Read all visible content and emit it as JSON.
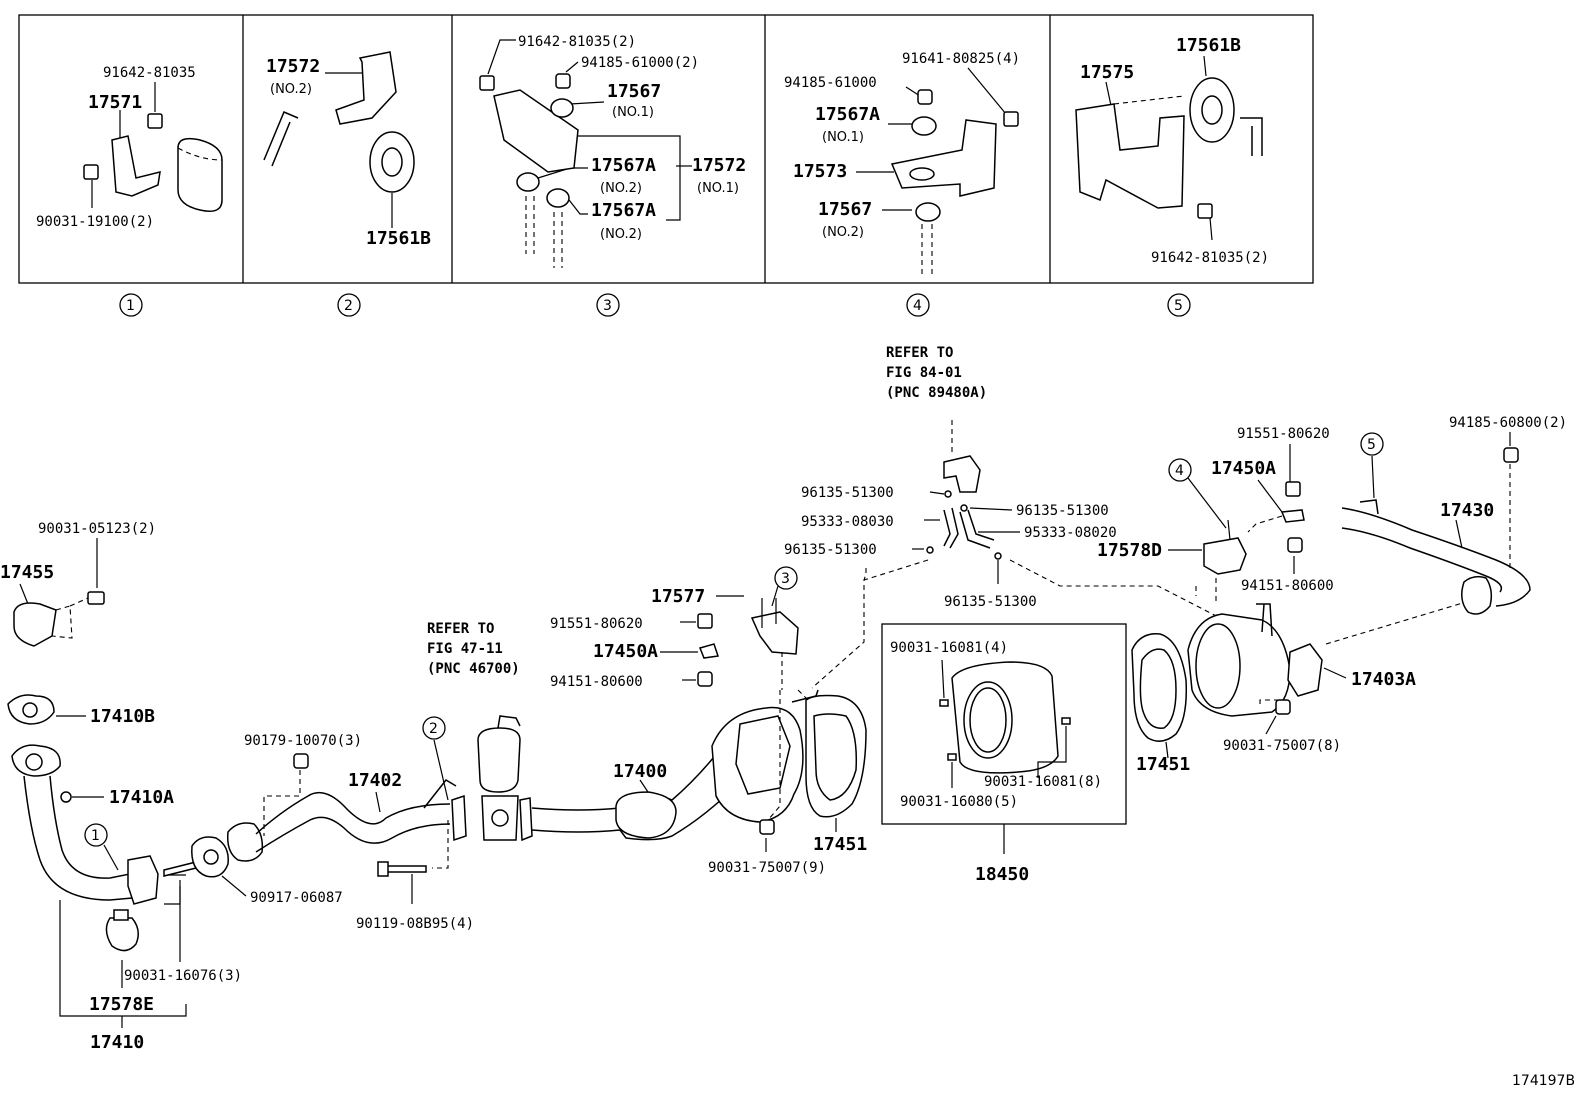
{
  "panel1": {
    "p1": "91642-81035",
    "p2": "17571",
    "p3": "90031-19100(2)",
    "num": "1"
  },
  "panel2": {
    "p1": "17572",
    "p1sub": "(NO.2)",
    "p2": "17561B",
    "num": "2"
  },
  "panel3": {
    "p1": "91642-81035(2)",
    "p2": "94185-61000(2)",
    "p3": "17567",
    "p3sub": "(NO.1)",
    "p4": "17567A",
    "p4sub": "(NO.2)",
    "p5": "17572",
    "p5sub": "(NO.1)",
    "p6": "17567A",
    "p6sub": "(NO.2)",
    "num": "3"
  },
  "panel4": {
    "p1": "91641-80825(4)",
    "p2": "94185-61000",
    "p3": "17567A",
    "p3sub": "(NO.1)",
    "p4": "17573",
    "p5": "17567",
    "p5sub": "(NO.2)",
    "num": "4"
  },
  "panel5": {
    "p1": "17561B",
    "p2": "17575",
    "p3": "91642-81035(2)",
    "num": "5"
  },
  "main": {
    "refer1": "REFER TO",
    "refer1b": "FIG 84-01",
    "refer1c": "(PNC 89480A)",
    "refer2": "REFER TO",
    "refer2b": "FIG 47-11",
    "refer2c": "(PNC 46700)",
    "l_90031_05123": "90031-05123(2)",
    "l_17455": "17455",
    "l_17410B": "17410B",
    "l_17410A": "17410A",
    "l_17410": "17410",
    "l_17578E": "17578E",
    "l_90031_16076": "90031-16076(3)",
    "l_90917": "90917-06087",
    "l_90119": "90119-08B95(4)",
    "l_90179": "90179-10070(3)",
    "l_17402": "17402",
    "l_17400": "17400",
    "l_17577": "17577",
    "l_91551a": "91551-80620",
    "l_17450Aa": "17450A",
    "l_94151a": "94151-80600",
    "l_96135a": "96135-51300",
    "l_95333a": "95333-08030",
    "l_96135b": "96135-51300",
    "l_96135c": "96135-51300",
    "l_95333b": "95333-08020",
    "l_96135d": "96135-51300",
    "l_90031_75007a": "90031-75007(9)",
    "l_17451a": "17451",
    "l_90031_16081a": "90031-16081(4)",
    "l_90031_16081b": "90031-16081(8)",
    "l_90031_16080": "90031-16080(5)",
    "l_18450": "18450",
    "l_17451b": "17451",
    "l_91551b": "91551-80620",
    "l_17450Ab": "17450A",
    "l_17578D": "17578D",
    "l_94151b": "94151-80600",
    "l_17403A": "17403A",
    "l_90031_75007b": "90031-75007(8)",
    "l_17430": "17430",
    "l_94185_60800": "94185-60800(2)",
    "c1": "1",
    "c2": "2",
    "c3": "3",
    "c4": "4",
    "c5": "5",
    "code": "174197B"
  }
}
